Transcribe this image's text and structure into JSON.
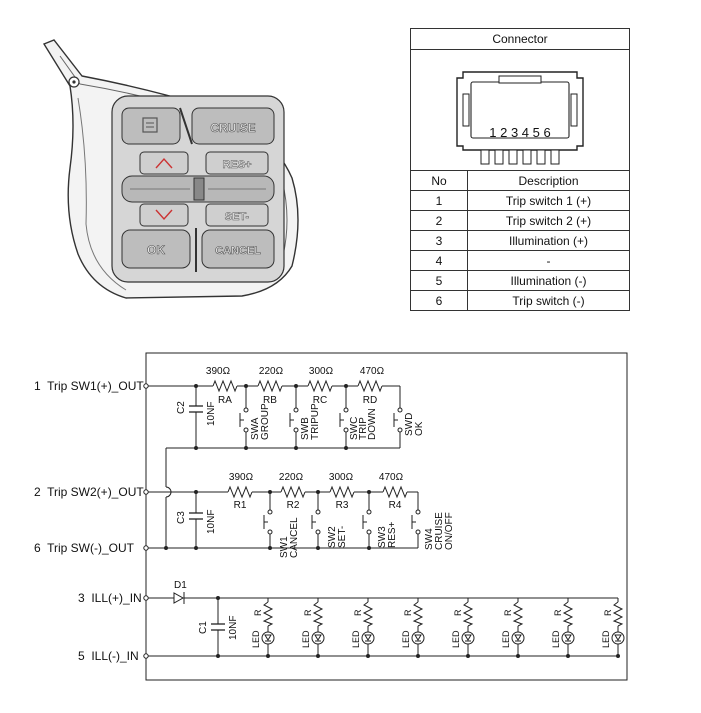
{
  "switch_illustration": {
    "buttons": {
      "cruise": "CRUISE",
      "res": "RES+",
      "set": "SET-",
      "ok": "OK",
      "cancel": "CANCEL"
    }
  },
  "connector": {
    "title": "Connector",
    "pin_numbers": "1 2 3 4 5 6",
    "table_headers": {
      "no": "No",
      "description": "Description"
    },
    "pins": [
      {
        "no": "1",
        "description": "Trip switch 1 (+)"
      },
      {
        "no": "2",
        "description": "Trip switch 2 (+)"
      },
      {
        "no": "3",
        "description": "Illumination (+)"
      },
      {
        "no": "4",
        "description": "-"
      },
      {
        "no": "5",
        "description": "Illumination (-)"
      },
      {
        "no": "6",
        "description": "Trip switch (-)"
      }
    ]
  },
  "schematic": {
    "terminals": {
      "t1": "1  Trip SW1(+)_OUT",
      "t2": "2  Trip SW2(+)_OUT",
      "t6": "6  Trip SW(-)_OUT",
      "t3": "3  ILL(+)_IN",
      "t5": "5  ILL(-)_IN"
    },
    "upper_ladder": {
      "capacitor": {
        "name": "C2",
        "value": "10NF"
      },
      "resistors": [
        {
          "name": "RA",
          "value": "390Ω"
        },
        {
          "name": "RB",
          "value": "220Ω"
        },
        {
          "name": "RC",
          "value": "300Ω"
        },
        {
          "name": "RD",
          "value": "470Ω"
        }
      ],
      "switches": [
        {
          "name": "SWA",
          "function": "GROUP"
        },
        {
          "name": "SWB",
          "function": "TRIPUP"
        },
        {
          "name": "SWC",
          "function": "TRIP",
          "function2": "DOWN"
        },
        {
          "name": "SWD",
          "function": "OK"
        }
      ]
    },
    "lower_ladder": {
      "capacitor": {
        "name": "C3",
        "value": "10NF"
      },
      "resistors": [
        {
          "name": "R1",
          "value": "390Ω"
        },
        {
          "name": "R2",
          "value": "220Ω"
        },
        {
          "name": "R3",
          "value": "300Ω"
        },
        {
          "name": "R4",
          "value": "470Ω"
        }
      ],
      "switches": [
        {
          "name": "SW1",
          "function": "CANCEL"
        },
        {
          "name": "SW2",
          "function": "SET-"
        },
        {
          "name": "SW3",
          "function": "RES+"
        },
        {
          "name": "SW4",
          "function": "CRUISE",
          "function2": "ON/OFF"
        }
      ]
    },
    "illumination": {
      "diode": "D1",
      "capacitor": {
        "name": "C1",
        "value": "10NF"
      },
      "led_label": "LED",
      "resistor_label": "R",
      "led_count": 8
    }
  }
}
